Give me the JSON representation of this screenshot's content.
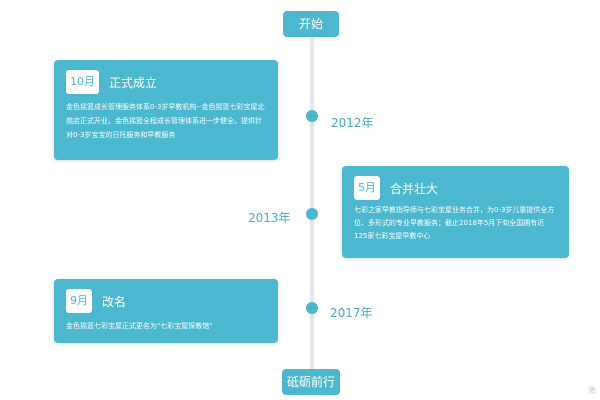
{
  "timeline": {
    "start_label": "开始",
    "end_label": "砥砺前行",
    "accent_color": "#4bb8cf",
    "year_color": "#4aa9c6",
    "events": [
      {
        "year": "2012年",
        "month": "10月",
        "title": "正式成立",
        "description": "金色摇篮成长管理服务体系0-3岁早教机构--金色摇篮七彩宝屋北苑店正式开业。金色摇篮全程成长管理体系进一步健全。提供针对0-3岁宝宝的日托服务和早教服务"
      },
      {
        "year": "2013年",
        "month": "5月",
        "title": "合并壮大",
        "description": "七彩之家早教指导师与七彩宝屋业务合并，为0-3岁儿童提供全方位、多形式的专业早教服务；截止2018年5月下旬全国拥有近125家七彩宝屋早教中心"
      },
      {
        "year": "2017年",
        "month": "9月",
        "title": "改名",
        "description": "金色摇篮七彩宝屋正式更名为\"七彩宝屋探教馆\""
      }
    ]
  },
  "watermark": "激"
}
